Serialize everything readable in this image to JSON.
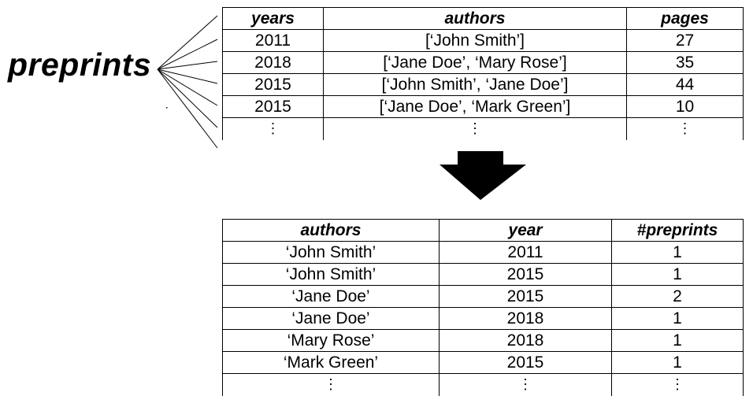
{
  "label": "preprints",
  "input_table": {
    "headers": [
      "years",
      "authors",
      "pages"
    ],
    "rows": [
      [
        "2011",
        "[‘John Smith’]",
        "27"
      ],
      [
        "2018",
        "[‘Jane Doe’, ‘Mary Rose’]",
        "35"
      ],
      [
        "2015",
        "[‘John Smith’, ‘Jane Doe’]",
        "44"
      ],
      [
        "2015",
        "[‘Jane Doe’, ‘Mark Green’]",
        "10"
      ]
    ],
    "continuation": [
      "⋮",
      "⋮",
      "⋮"
    ]
  },
  "output_table": {
    "headers": [
      "authors",
      "year",
      "#preprints"
    ],
    "rows": [
      [
        "‘John Smith’",
        "2011",
        "1"
      ],
      [
        "‘John Smith’",
        "2015",
        "1"
      ],
      [
        "‘Jane Doe’",
        "2015",
        "2"
      ],
      [
        "‘Jane Doe’",
        "2018",
        "1"
      ],
      [
        "‘Mary Rose’",
        "2018",
        "1"
      ],
      [
        "‘Mark Green’",
        "2015",
        "1"
      ]
    ],
    "continuation": [
      "⋮",
      "⋮",
      "⋮"
    ]
  },
  "colors": {
    "ink": "#000000",
    "background": "#ffffff"
  },
  "icons": {
    "transform_arrow": "down-arrow-icon"
  }
}
